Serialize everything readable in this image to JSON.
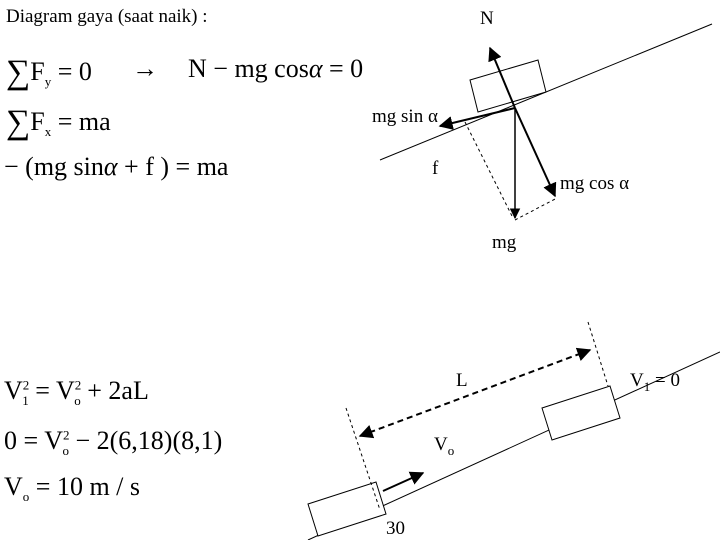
{
  "title": "Diagram gaya (saat naik) :",
  "equations_top": {
    "sum_fy": {
      "sigma": "∑",
      "var": "F",
      "sub": "y",
      "rhs": "= 0"
    },
    "arrow": "→",
    "normal_eq": {
      "lhs": "N − mg cos",
      "alpha": "α",
      "rhs": "= 0"
    },
    "sum_fx": {
      "sigma": "∑",
      "var": "F",
      "sub": "x",
      "rhs": "= ma"
    },
    "friction_eq": {
      "lhs": "− (mg sin",
      "alpha": "α",
      "rhs": "+ f ) = ma"
    }
  },
  "force_labels": {
    "N": "N",
    "mg_sin": "mg sin α",
    "f": "f",
    "mg_cos": "mg cos α",
    "mg": "mg"
  },
  "equations_bottom": {
    "line1": {
      "v1": "V",
      "v1_sub": "1",
      "v1_sup": "2",
      "eq": "=",
      "vo": "V",
      "vo_sub": "o",
      "vo_sup": "2",
      "rest": "+ 2aL"
    },
    "line2": {
      "lhs": "0 =",
      "vo": "V",
      "vo_sub": "o",
      "vo_sup": "2",
      "rest": "− 2(6,18)(8,1)"
    },
    "line3": {
      "vo": "V",
      "vo_sub": "o",
      "rest": "= 10 m / s"
    }
  },
  "incline_labels": {
    "L": "L",
    "v1": "V",
    "v1_sub": "1",
    "v1_rest": " = 0",
    "vo": "V",
    "vo_sub": "o",
    "angle": "30"
  }
}
